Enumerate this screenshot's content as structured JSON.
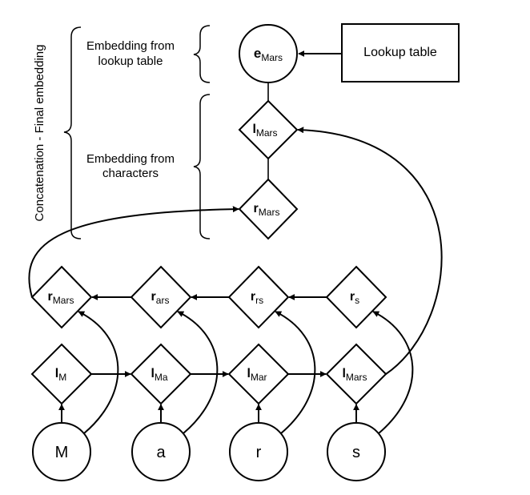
{
  "labels": {
    "lookup_table": "Lookup table",
    "embedding_lookup_line1": "Embedding from",
    "embedding_lookup_line2": "lookup table",
    "embedding_chars_line1": "Embedding from",
    "embedding_chars_line2": "characters",
    "concatenation": "Concatenation - Final embedding"
  },
  "nodes": {
    "e_mars": {
      "base": "e",
      "sub": "Mars"
    },
    "l_mars_top": {
      "base": "l",
      "sub": "Mars"
    },
    "r_mars_top": {
      "base": "r",
      "sub": "Mars"
    },
    "r_mars": {
      "base": "r",
      "sub": "Mars"
    },
    "r_ars": {
      "base": "r",
      "sub": "ars"
    },
    "r_rs": {
      "base": "r",
      "sub": "rs"
    },
    "r_s": {
      "base": "r",
      "sub": "s"
    },
    "l_m": {
      "base": "l",
      "sub": "M"
    },
    "l_ma": {
      "base": "l",
      "sub": "Ma"
    },
    "l_mar": {
      "base": "l",
      "sub": "Mar"
    },
    "l_mars": {
      "base": "l",
      "sub": "Mars"
    },
    "char_m": "M",
    "char_a": "a",
    "char_r": "r",
    "char_s": "s"
  }
}
